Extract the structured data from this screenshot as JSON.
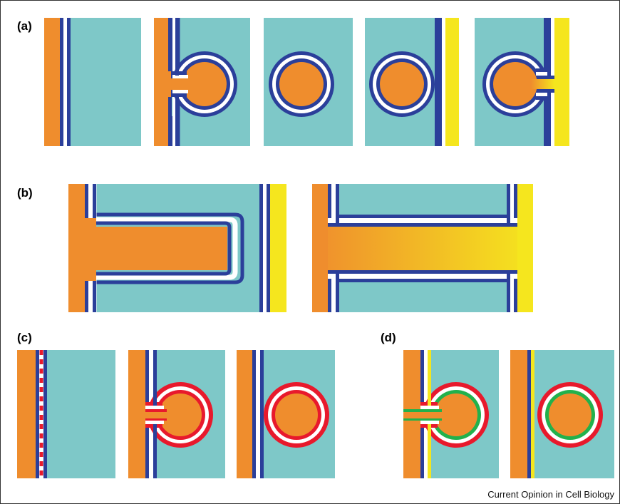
{
  "figure": {
    "panel_labels": {
      "a": "(a)",
      "b": "(b)",
      "c": "(c)",
      "d": "(d)"
    },
    "credit": "Current Opinion in Cell Biology"
  },
  "colors": {
    "cytoplasm": "#7ec8c8",
    "cell_a": "#ef8d2d",
    "cell_b": "#f5e61e",
    "membrane": "#2b3f9a",
    "marker_red": "#e8192c",
    "marker_green": "#22b14c",
    "background": "#ffffff",
    "frame": "#333333"
  }
}
